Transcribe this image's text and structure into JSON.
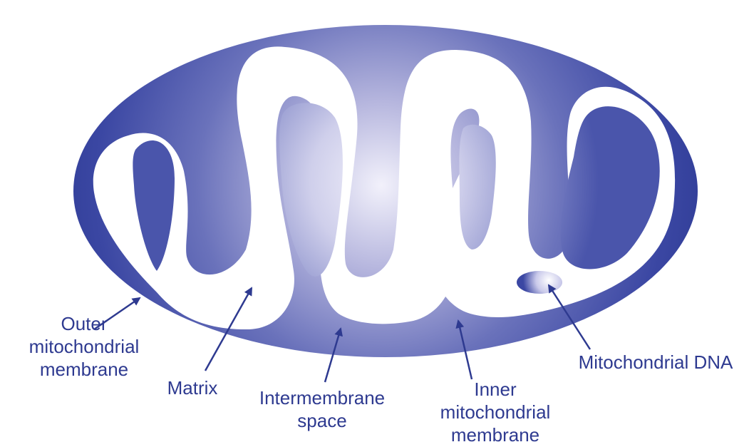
{
  "diagram": {
    "colors": {
      "membrane": "#3b47a3",
      "membrane_dark": "#2f3c96",
      "highlight": "#f2f1fb",
      "label_text": "#2e3a90"
    },
    "labels": {
      "outer_membrane": [
        "Outer",
        "mitochondrial",
        "membrane"
      ],
      "matrix": [
        "Matrix"
      ],
      "intermembrane_space": [
        "Intermembrane",
        "space"
      ],
      "inner_membrane": [
        "Inner",
        "mitochondrial",
        "membrane"
      ],
      "mitochondrial_dna": [
        "Mitochondrial DNA"
      ]
    }
  }
}
